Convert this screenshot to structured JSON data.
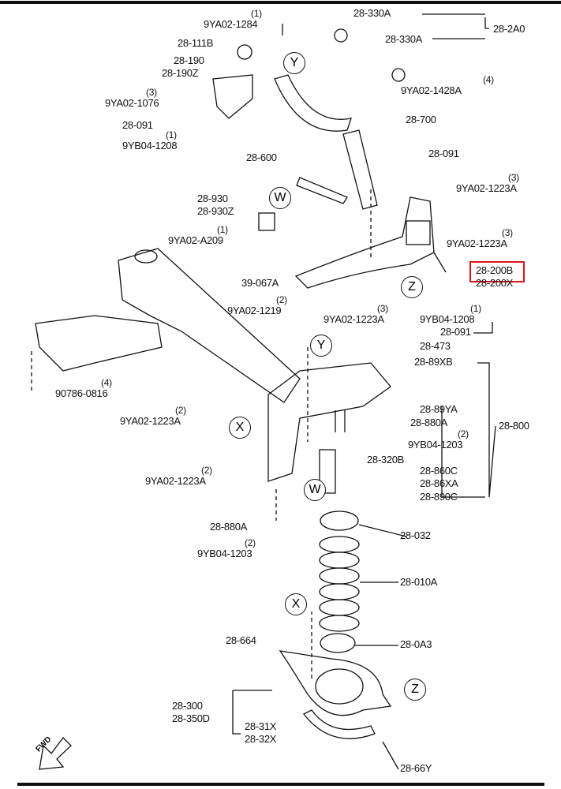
{
  "labels": {
    "p1": "(1)",
    "p1284": "9YA02-1284",
    "p111b": "28-111B",
    "p190": "28-190",
    "p190z": "28-190Z",
    "p3a": "(3)",
    "p1076": "9YA02-1076",
    "p091a": "28-091",
    "p1a": "(1)",
    "p1208a": "9YB04-1208",
    "p330a1": "28-330A",
    "p2a0": "28-2A0",
    "p330a2": "28-330A",
    "p4a": "(4)",
    "p1428a": "9YA02-1428A",
    "p700": "28-700",
    "p091b": "28-091",
    "p600": "28-600",
    "p3b": "(3)",
    "p1223a1": "9YA02-1223A",
    "p930": "28-930",
    "p930z": "28-930Z",
    "p1b": "(1)",
    "pa209": "9YA02-A209",
    "p3c": "(3)",
    "p1223a2": "9YA02-1223A",
    "p200b": "28-200B",
    "p200x": "28-200X",
    "p067a": "39-067A",
    "p2a": "(2)",
    "p1219": "9YA02-1219",
    "p3d": "(3)",
    "p1223a3": "9YA02-1223A",
    "p1c": "(1)",
    "p1208b": "9YB04-1208",
    "p091c": "28-091",
    "p473": "28-473",
    "p89xb": "28-89XB",
    "p4b": "(4)",
    "p0816": "90786-0816",
    "p89ya": "28-89YA",
    "p2b": "(2)",
    "p1223a4": "9YA02-1223A",
    "p880a1": "28-880A",
    "p800": "28-800",
    "p2c": "(2)",
    "p1203a": "9YB04-1203",
    "p320b": "28-320B",
    "p860c": "28-860C",
    "p86xa": "28-86XA",
    "p2d": "(2)",
    "p1223a5": "9YA02-1223A",
    "p890c": "28-890C",
    "p880a2": "28-880A",
    "p2e": "(2)",
    "p1203b": "9YB04-1203",
    "p032": "28-032",
    "p010a": "28-010A",
    "p664": "28-664",
    "p0a3": "28-0A3",
    "p300": "28-300",
    "p350d": "28-350D",
    "p31x": "28-31X",
    "p32x": "28-32X",
    "p66y": "28-66Y"
  },
  "callouts": {
    "y1": "Y",
    "y2": "Y",
    "w1": "W",
    "w2": "W",
    "z1": "Z",
    "z2": "Z",
    "x1": "X",
    "x2": "X"
  },
  "fwd_arrow": "FWD",
  "highlight": {
    "part": "28-200B",
    "color": "#e0141e"
  }
}
